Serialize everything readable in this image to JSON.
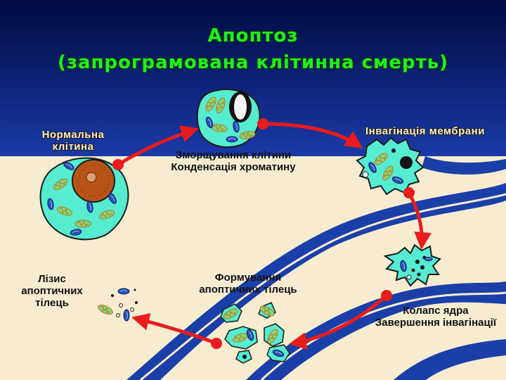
{
  "title": {
    "line1": "Апоптоз",
    "line2": "(запрограмована клітинна смерть)"
  },
  "stages": {
    "normal_cell": {
      "line1": "Нормальна",
      "line2": "клітина"
    },
    "shrinkage": {
      "line1": "Зморщування клітини",
      "line2": "Конденсація хроматину"
    },
    "membrane": {
      "line1": "Інвагінація мембрани"
    },
    "nuclear_collapse": {
      "line1": "Колапс ядра",
      "line2": "Завершення інвагінації"
    },
    "body_formation": {
      "line1": "Формування",
      "line2": "апоптичних тілець"
    },
    "lysis": {
      "line1": "Лізис",
      "line2": "апоптичних",
      "line3": "тілець"
    }
  },
  "colors": {
    "bg_top": "#081e78",
    "bg_bottom": "#f7ecd0",
    "river": "#1a3fa8",
    "title": "#22ee22",
    "cell_fill": "#55ecd0",
    "nucleus": "#b85418",
    "arrow": "#e81c1c",
    "organelle": "#2a52b8"
  }
}
